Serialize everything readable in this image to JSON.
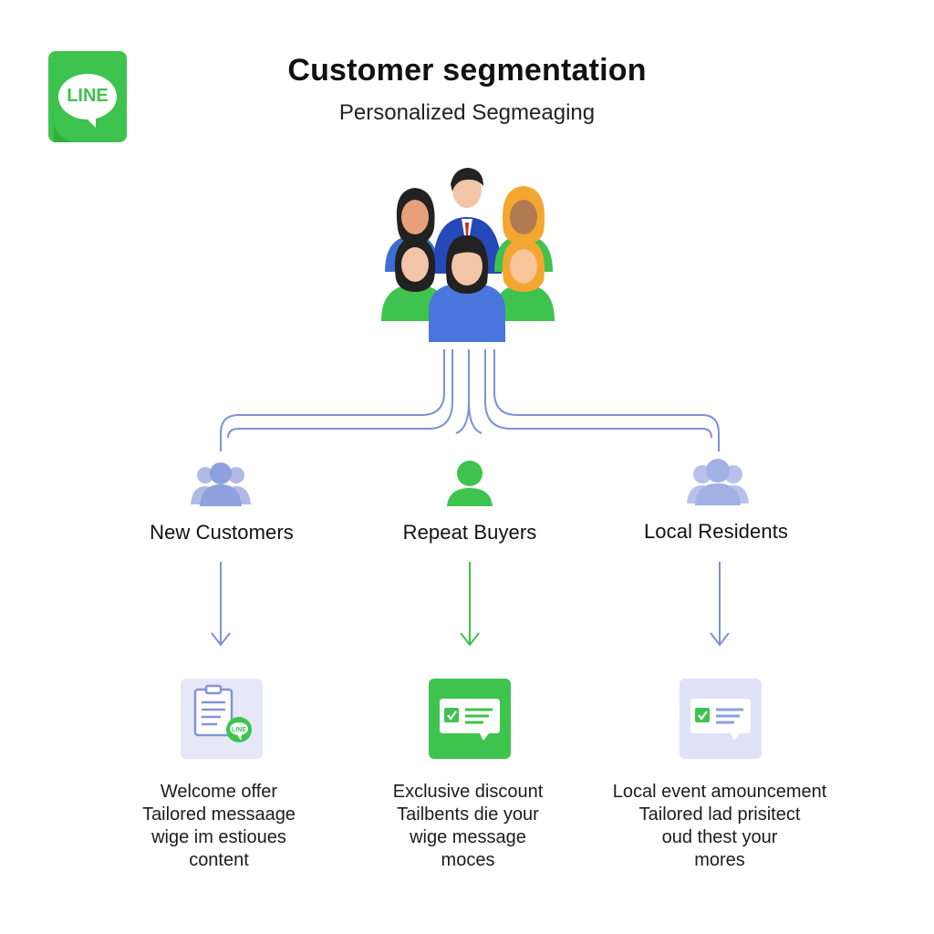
{
  "logo": {
    "text": "LINE",
    "color": "#3ec34e"
  },
  "header": {
    "title": "Customer segmentation",
    "subtitle": "Personalized Segmeaging"
  },
  "colors": {
    "line_blue": "#7e90d6",
    "line_green": "#3ec34e",
    "tile_lavender": "#e6e8f8",
    "tile_green": "#3ec34e"
  },
  "segments": [
    {
      "label": "New Customers",
      "icon": "group-icon",
      "message_icon": "clipboard-line-icon",
      "description": [
        "Welcome offer",
        "Tailored messaage",
        "wige im estioues",
        "content"
      ]
    },
    {
      "label": "Repeat Buyers",
      "icon": "person-icon",
      "message_icon": "message-card-icon",
      "description": [
        "Exclusive discount",
        "Tailbents die your",
        "wige message",
        "moces"
      ]
    },
    {
      "label": "Local Residents",
      "icon": "group-icon",
      "message_icon": "message-card-icon",
      "description": [
        "Local event amouncement",
        "Tailored lad prisitect",
        "oud thest your",
        "mores"
      ]
    }
  ]
}
